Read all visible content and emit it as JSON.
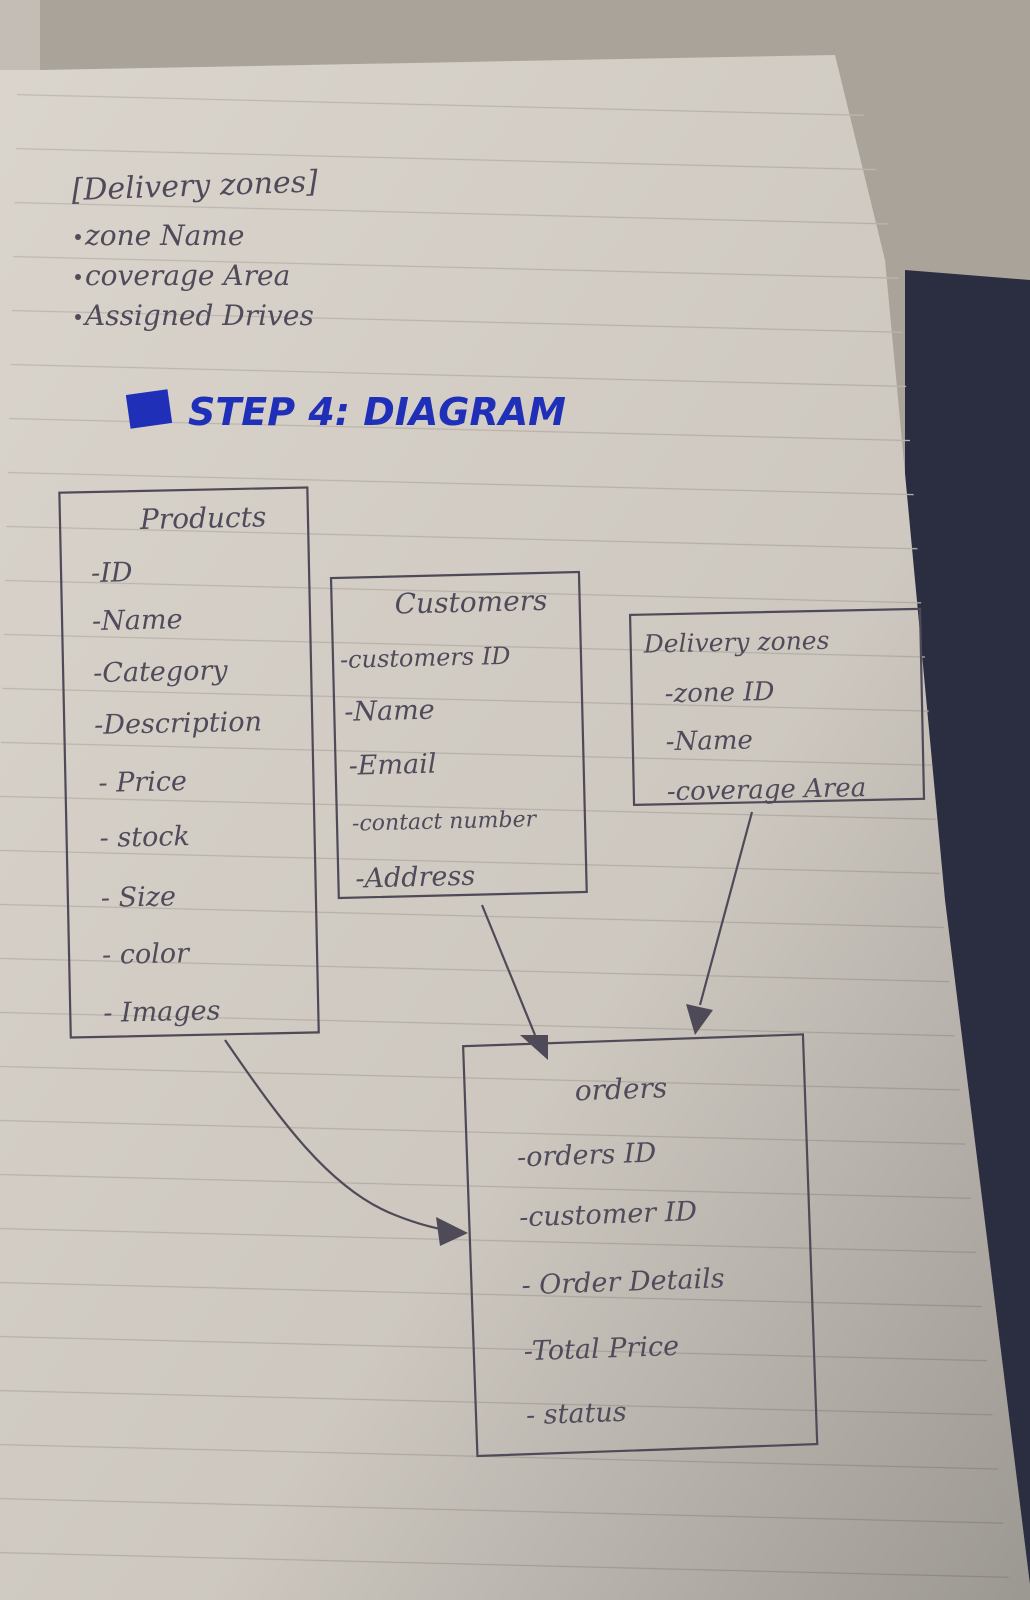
{
  "notes": {
    "heading": "[Delivery zones]",
    "bullets": [
      "zone Name",
      "coverage Area",
      "Assigned Drives"
    ]
  },
  "step_title": "STEP 4: DIAGRAM",
  "entities": {
    "products": {
      "title": "Products",
      "fields": [
        "-ID",
        "-Name",
        "-Category",
        "-Description",
        "- Price",
        "- stock",
        "- Size",
        "- color",
        "- Images"
      ]
    },
    "customers": {
      "title": "Customers",
      "fields": [
        "-customers ID",
        "-Name",
        "-Email",
        "-contact number",
        "-Address"
      ]
    },
    "delivery_zones": {
      "title": "Delivery zones",
      "fields": [
        "-zone ID",
        "-Name",
        "-coverage Area"
      ]
    },
    "orders": {
      "title": "orders",
      "fields": [
        "-orders ID",
        "-customer ID",
        "- Order Details",
        "-Total Price",
        "- status"
      ]
    }
  },
  "relationships": [
    {
      "from": "Products",
      "to": "orders"
    },
    {
      "from": "Customers",
      "to": "orders"
    },
    {
      "from": "Delivery zones",
      "to": "orders"
    }
  ]
}
